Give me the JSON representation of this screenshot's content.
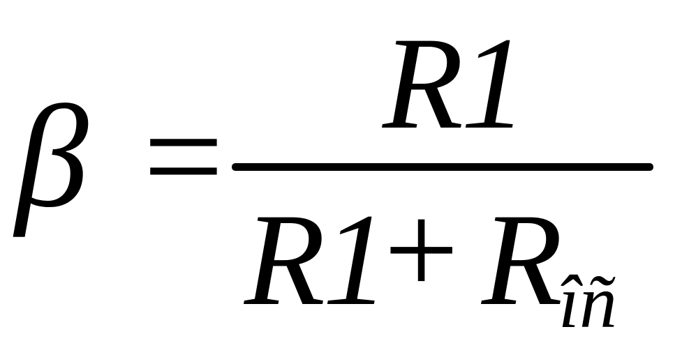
{
  "formula": {
    "lhs": "β",
    "equals": "=",
    "numerator": "R1",
    "denominator": {
      "term1": "R1",
      "operator": "+",
      "term2": "R",
      "term2_subscript": "îñ"
    }
  }
}
